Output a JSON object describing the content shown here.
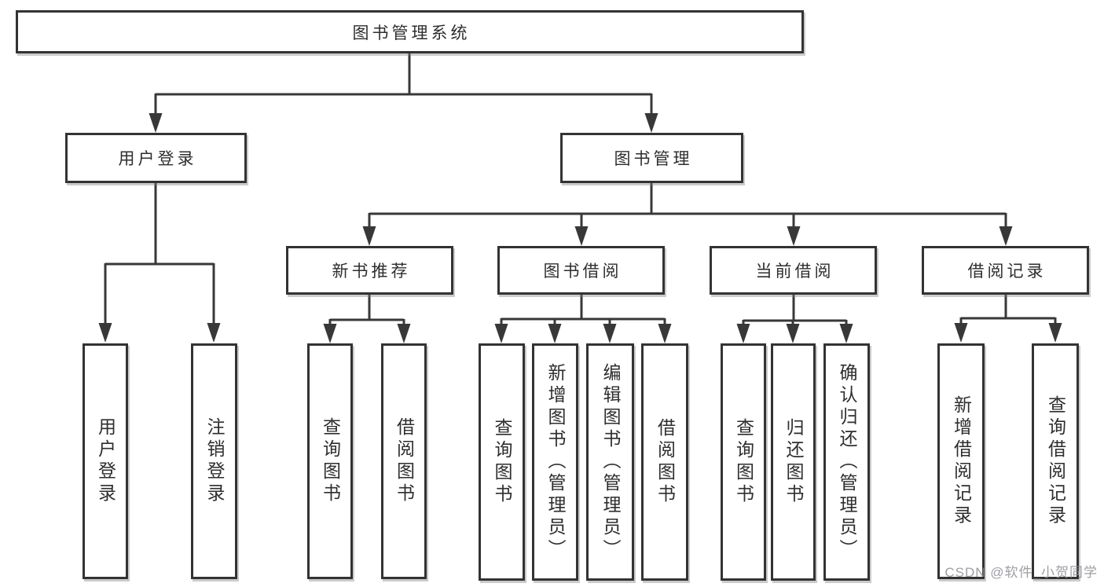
{
  "diagram_title": "图书管理系统",
  "colors": {
    "line": "#383838",
    "box_border": "#333333",
    "box_background": "#ffffff",
    "text": "#2e2e2e",
    "watermark_text": "#8e8e96"
  },
  "tree": {
    "root": {
      "label": "图书管理系统"
    },
    "user_login": {
      "label": "用户登录",
      "children": [
        {
          "label": "用户登录"
        },
        {
          "label": "注销登录"
        }
      ]
    },
    "book_mgmt": {
      "label": "图书管理",
      "modules": [
        {
          "label": "新书推荐",
          "children": [
            {
              "label": "查询图书"
            },
            {
              "label": "借阅图书"
            }
          ]
        },
        {
          "label": "图书借阅",
          "children": [
            {
              "label": "查询图书"
            },
            {
              "label": "新增图书（管理员）"
            },
            {
              "label": "编辑图书（管理员）"
            },
            {
              "label": "借阅图书"
            }
          ]
        },
        {
          "label": "当前借阅",
          "children": [
            {
              "label": "查询图书"
            },
            {
              "label": "归还图书"
            },
            {
              "label": "确认归还（管理员）"
            }
          ]
        },
        {
          "label": "借阅记录",
          "children": [
            {
              "label": "新增借阅记录"
            },
            {
              "label": "查询借阅记录"
            }
          ]
        }
      ]
    }
  },
  "watermark": {
    "text": "CSDN @软件_小贺同学"
  }
}
